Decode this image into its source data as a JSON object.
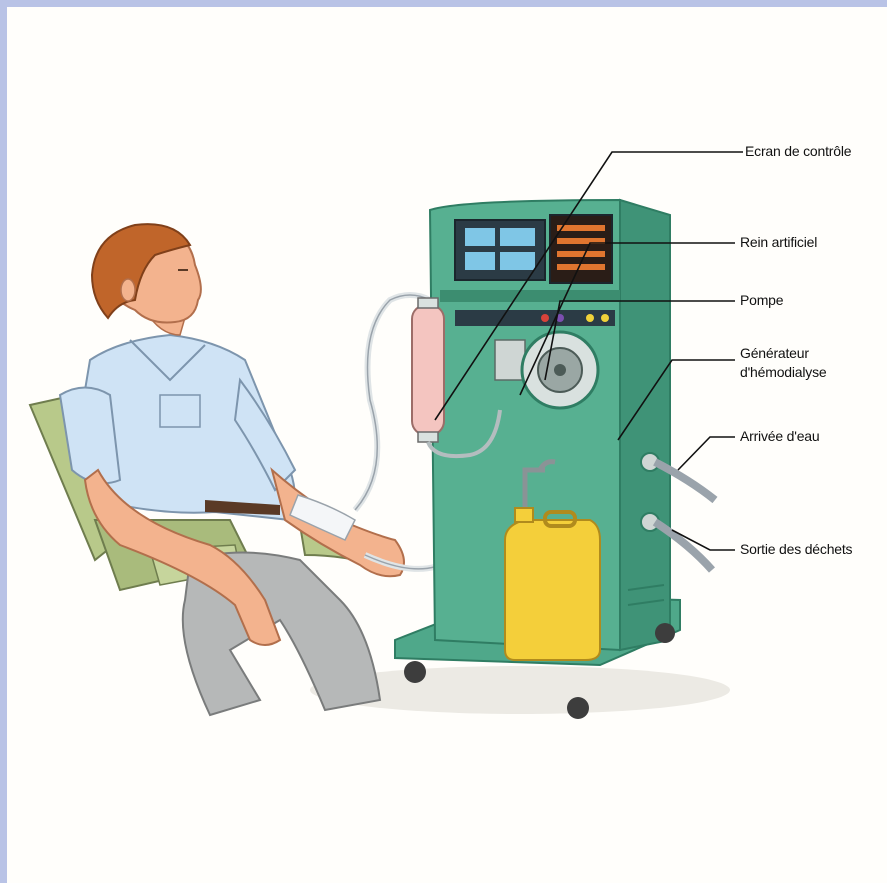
{
  "labels": {
    "ecran": "Ecran de contrôle",
    "rein": "Rein artificiel",
    "pompe": "Pompe",
    "generateur_1": "Générateur",
    "generateur_2": "d'hémodialyse",
    "arrivee": "Arrivée d'eau",
    "sortie": "Sortie des déchets"
  },
  "colors": {
    "frame": "#b9c3e6",
    "background": "#fffefb",
    "machine": "#4fa88a",
    "machine_dark": "#2f7d63",
    "skin": "#f3b38e",
    "hair": "#c0652a",
    "shirt": "#cfe3f5",
    "trousers": "#b6b8b8",
    "chair": "#b8c98a",
    "container": "#f4cf3a",
    "filter": "#f4c5c0",
    "leader_line": "#111111"
  }
}
